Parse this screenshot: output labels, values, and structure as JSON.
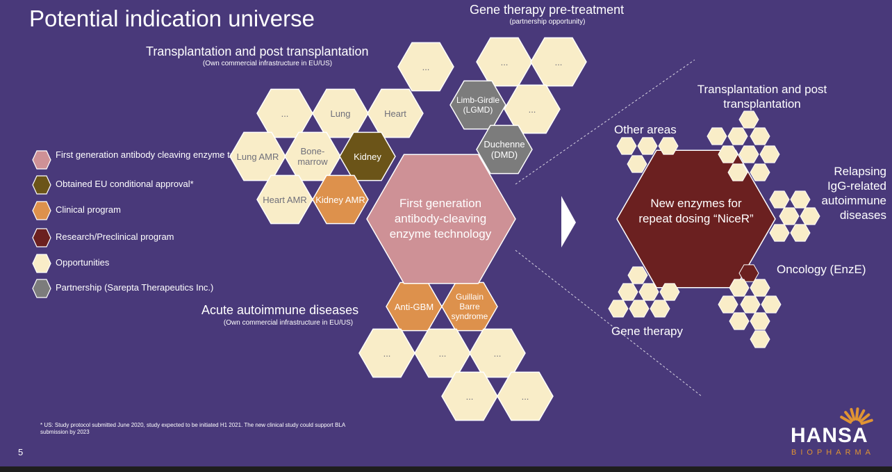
{
  "title": "Potential indication universe",
  "gene_therapy_section": {
    "title": "Gene therapy pre-treatment",
    "subtitle": "(partnership opportunity)"
  },
  "transplant_section": {
    "title": "Transplantation and post transplantation",
    "subtitle": "(Own commercial infrastructure in EU/US)"
  },
  "acute_section": {
    "title": "Acute autoimmune diseases",
    "subtitle": "(Own commercial infrastructure in EU/US)"
  },
  "colors": {
    "background": "#49397a",
    "first_generation": "#ce9196",
    "conditional_approval": "#6b5418",
    "clinical": "#dd914c",
    "research": "#6b2020",
    "opportunity": "#f9edc8",
    "partnership": "#7c7c7c",
    "logo_accent": "#e09433"
  },
  "legend": [
    {
      "label": "First generation antibody cleaving enzyme technology",
      "color_key": "first_generation"
    },
    {
      "label": "Obtained EU conditional approval*",
      "color_key": "conditional_approval"
    },
    {
      "label": "Clinical program",
      "color_key": "clinical"
    },
    {
      "label": "Research/Preclinical program",
      "color_key": "research"
    },
    {
      "label": "Opportunities",
      "color_key": "opportunity"
    },
    {
      "label": "Partnership (Sarepta Therapeutics Inc.)",
      "color_key": "partnership"
    }
  ],
  "center": {
    "label": "First generation antibody-cleaving enzyme technology"
  },
  "hexes": [
    {
      "label": "...",
      "kind": "opportunity"
    },
    {
      "label": "Lung",
      "kind": "opportunity"
    },
    {
      "label": "Heart",
      "kind": "opportunity"
    },
    {
      "label": "Lung AMR",
      "kind": "opportunity"
    },
    {
      "label": "Bone-marrow",
      "kind": "opportunity"
    },
    {
      "label": "Kidney",
      "kind": "conditional_approval"
    },
    {
      "label": "Heart AMR",
      "kind": "opportunity"
    },
    {
      "label": "Kidney AMR",
      "kind": "clinical"
    },
    {
      "label": "...",
      "kind": "opportunity"
    },
    {
      "label": "...",
      "kind": "opportunity"
    },
    {
      "label": "...",
      "kind": "opportunity"
    },
    {
      "label": "Limb-Girdle (LGMD)",
      "kind": "partnership"
    },
    {
      "label": "...",
      "kind": "opportunity"
    },
    {
      "label": "Duchenne (DMD)",
      "kind": "partnership"
    },
    {
      "label": "Anti-GBM",
      "kind": "clinical"
    },
    {
      "label": "Guillain Barre syndrome",
      "kind": "clinical"
    },
    {
      "label": "...",
      "kind": "opportunity"
    },
    {
      "label": "...",
      "kind": "opportunity"
    },
    {
      "label": "...",
      "kind": "opportunity"
    },
    {
      "label": "...",
      "kind": "opportunity"
    },
    {
      "label": "...",
      "kind": "opportunity"
    }
  ],
  "new_enzymes": {
    "label": "New enzymes for repeat dosing “NiceR”"
  },
  "right_labels": {
    "transplant": "Transplantation and post transplantation",
    "other": "Other areas",
    "relapsing": "Relapsing IgG-related autoimmune diseases",
    "oncology": "Oncology (EnzE)",
    "gene": "Gene therapy"
  },
  "footnote": "* US: Study protocol submitted June 2020, study expected to be initiated H1 2021. The new clinical study could support BLA submission by 2023",
  "page_number": "5",
  "logo": {
    "name": "HANSA",
    "sub": "BIOPHARMA"
  }
}
